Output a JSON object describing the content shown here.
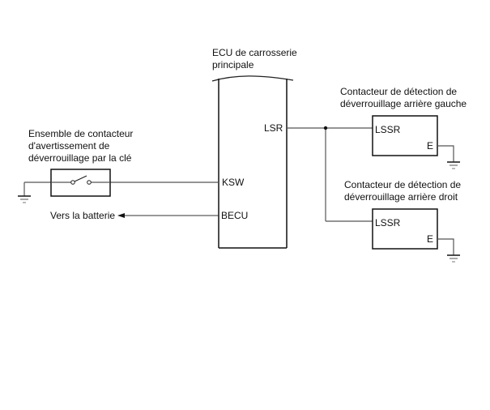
{
  "ecu": {
    "title_line1": "ECU de carrosserie",
    "title_line2": "principale",
    "pins": {
      "lsr": "LSR",
      "ksw": "KSW",
      "becu": "BECU"
    }
  },
  "key_switch": {
    "title_line1": "Ensemble de contacteur",
    "title_line2": "d'avertissement de",
    "title_line3": "déverrouillage par la clé"
  },
  "battery": {
    "label": "Vers la batterie"
  },
  "left_rear_switch": {
    "title_line1": "Contacteur de détection de",
    "title_line2": "déverrouillage arrière gauche",
    "pin_in": "LSSR",
    "pin_ground": "E"
  },
  "right_rear_switch": {
    "title_line1": "Contacteur de détection de",
    "title_line2": "déverrouillage arrière droit",
    "pin_in": "LSSR",
    "pin_ground": "E"
  }
}
